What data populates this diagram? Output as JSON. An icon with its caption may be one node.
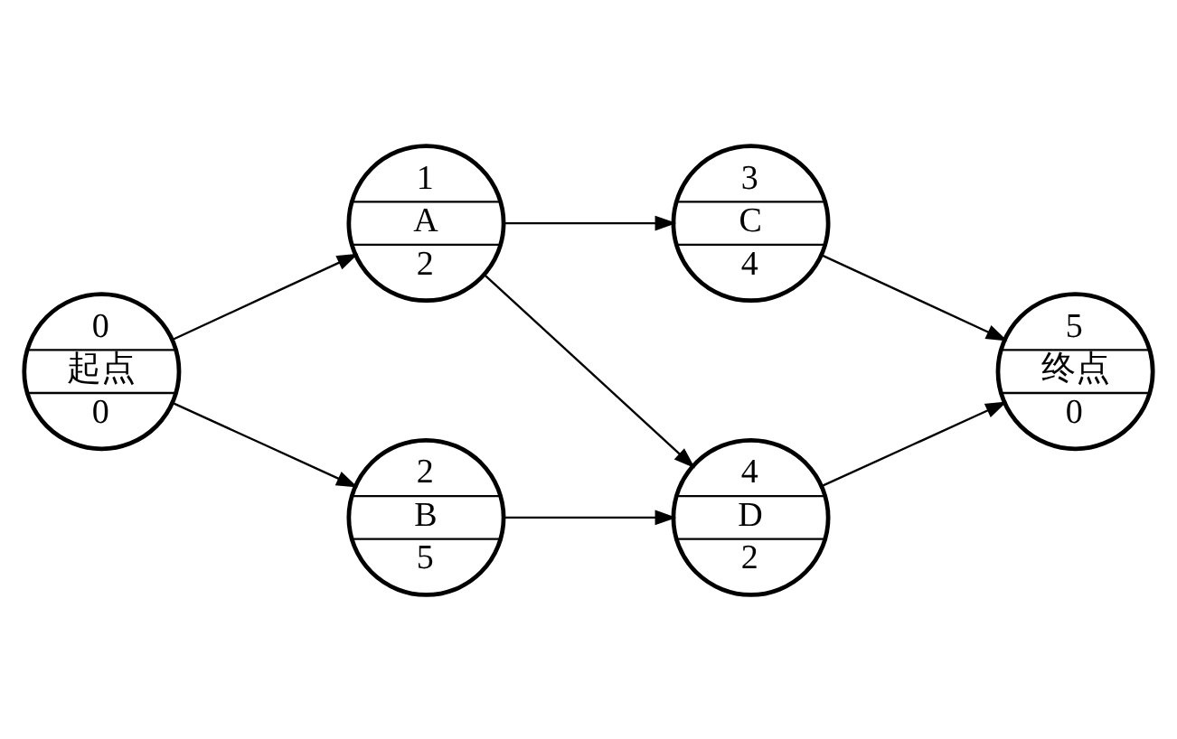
{
  "diagram": {
    "nodes": [
      {
        "text": [
          "0",
          "起点",
          "0"
        ]
      },
      {
        "text": [
          "1",
          "A",
          "2"
        ]
      },
      {
        "text": [
          "2",
          "B",
          "5"
        ]
      },
      {
        "text": [
          "3",
          "C",
          "4"
        ]
      },
      {
        "text": [
          "4",
          "D",
          "2"
        ]
      },
      {
        "text": [
          "5",
          "终点",
          "0"
        ]
      }
    ],
    "edges": [
      {
        "from": 0,
        "to": 1,
        "arrow": "to"
      },
      {
        "from": 0,
        "to": 2,
        "arrow": "to"
      },
      {
        "from": 1,
        "to": 3,
        "arrow": "to"
      },
      {
        "from": 1,
        "to": 4,
        "arrow": "to"
      },
      {
        "from": 2,
        "to": 4,
        "arrow": "to"
      },
      {
        "from": 3,
        "to": 5,
        "arrow": "to"
      },
      {
        "from": 4,
        "to": 5,
        "arrow": "to"
      }
    ]
  }
}
